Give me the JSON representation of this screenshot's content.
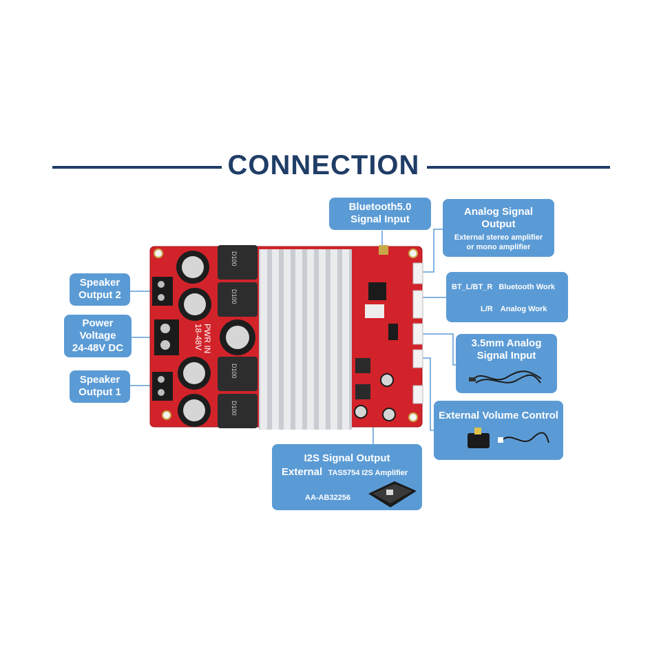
{
  "title": "CONNECTION",
  "labels": {
    "bluetooth": "Bluetooth5.0 Signal Input",
    "analog_output_title": "Analog Signal Output",
    "analog_output_desc1": "External stereo amplifier",
    "analog_output_desc2": "or mono amplifier",
    "speaker2": "Speaker Output 2",
    "power_line1": "Power",
    "power_line2": "Voltage",
    "power_line3": "24-48V DC",
    "speaker1": "Speaker Output 1",
    "bt_mode_code": "BT_L/BT_R",
    "bt_mode_desc": "Bluetooth Work",
    "lr_mode_code": "L/R",
    "lr_mode_desc": "Analog Work",
    "analog_input": "3.5mm Analog Signal Input",
    "volume": "External Volume Control",
    "i2s_title": "I2S Signal Output",
    "i2s_ext": "External",
    "i2s_desc": "TAS5754 I2S Amplifier",
    "i2s_model": "AA-AB32256"
  },
  "board_marks": {
    "pwr_in": "PWR IN",
    "voltage_range": "18-48V",
    "inductor_code": "D100"
  },
  "colors": {
    "title": "#1f3d66",
    "box": "#5b9bd5",
    "board": "#d2232a",
    "heatsink": "#c9ccd0",
    "connector": "#8aa9c9"
  }
}
